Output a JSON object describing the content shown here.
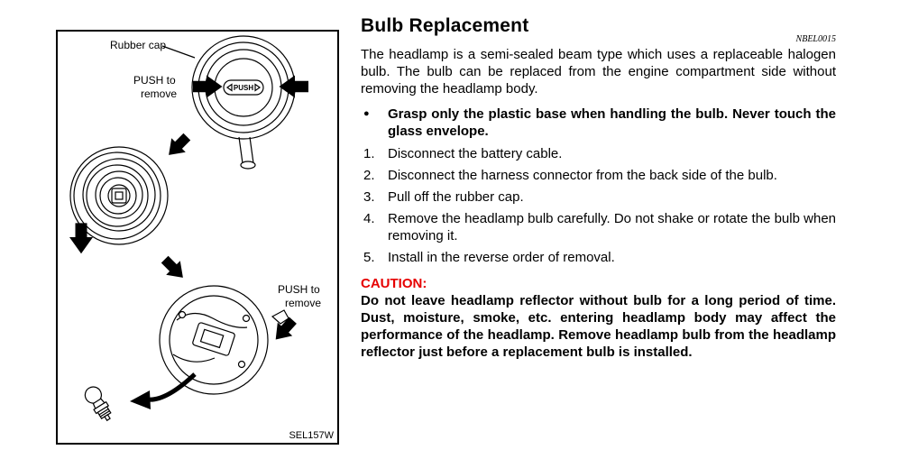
{
  "figure": {
    "code": "SEL157W",
    "labels": {
      "rubber_cap": "Rubber cap",
      "push_to_top_line1": "PUSH to",
      "push_to_top_line2": "remove",
      "push_button": "PUSH",
      "push_to_bottom_line1": "PUSH to",
      "push_to_bottom_line2": "remove"
    }
  },
  "content": {
    "title": "Bulb Replacement",
    "ref_code": "NBEL0015",
    "intro": "The headlamp is a semi-sealed beam type which uses a replaceable halogen bulb. The bulb can be replaced from the engine compartment side without removing the headlamp body.",
    "bullet_marker": "●",
    "bullet": "Grasp only the plastic base when handling the bulb. Never touch the glass envelope.",
    "steps": [
      {
        "num": "1.",
        "text": "Disconnect the battery cable."
      },
      {
        "num": "2.",
        "text": "Disconnect the harness connector from the back side of the bulb."
      },
      {
        "num": "3.",
        "text": "Pull off the rubber cap."
      },
      {
        "num": "4.",
        "text": "Remove the headlamp bulb carefully. Do not shake or rotate the bulb when removing it."
      },
      {
        "num": "5.",
        "text": "Install in the reverse order of removal."
      }
    ],
    "caution_label": "CAUTION:",
    "caution_text": "Do not leave headlamp reflector without bulb for a long period of time. Dust, moisture, smoke, etc. entering headlamp body may affect the performance of the headlamp. Remove headlamp bulb from the headlamp reflector just before a replacement bulb is installed.",
    "accent_red": "#e60000"
  }
}
